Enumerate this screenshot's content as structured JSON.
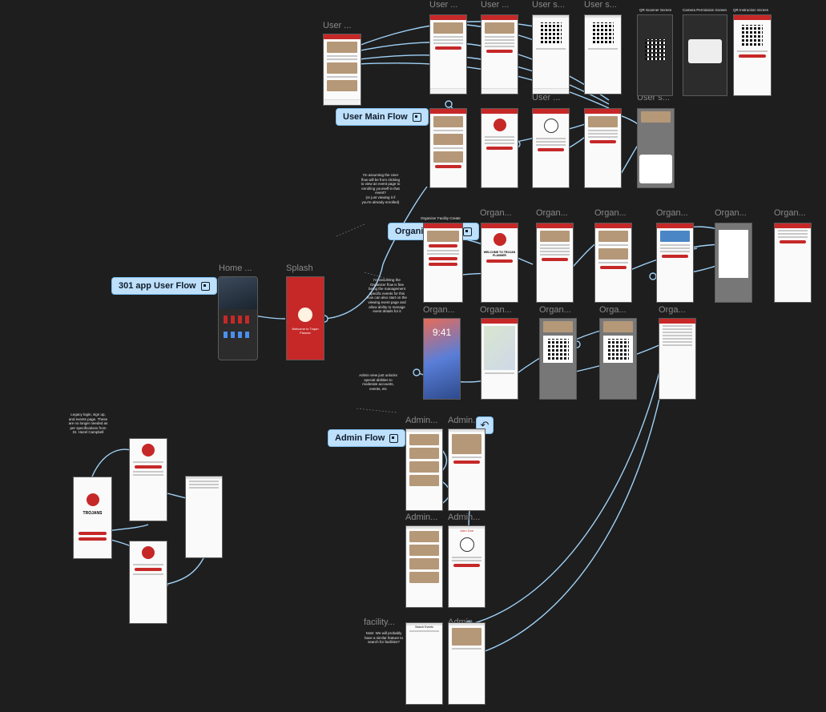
{
  "flows": {
    "user_main": "User Main Flow",
    "organizer": "Organizer Flow",
    "app_user": "301 app User Flow",
    "admin": "Admin Flow"
  },
  "frame_labels": {
    "user_top_left": "User ...",
    "user_row1_a": "User ...",
    "user_row1_b": "User ...",
    "user_row1_c": "User s...",
    "user_row1_d": "User s...",
    "qr_scanner": "QR Scanner Screen",
    "camera_permission": "Camera Permission Screen",
    "qr_instruction": "QR Instruction Screen",
    "user_row2_a": "User ...",
    "user_row2_b": "User s...",
    "home": "Home ...",
    "splash": "Splash",
    "organizer_facility": "Organizer Facility Create",
    "org_1": "Organ...",
    "org_2": "Organ...",
    "org_3": "Organ...",
    "org_4": "Organ...",
    "org_5": "Organ...",
    "org_6": "Organ...",
    "org_r2_1": "Organ...",
    "org_r2_2": "Organ...",
    "org_r2_3": "Organ...",
    "org_r2_4": "Orga...",
    "org_r2_5": "Orga...",
    "admin_1": "Admin...",
    "admin_2": "Admin...",
    "admin_3": "Admin...",
    "admin_4": "Admin...",
    "facility": "facility...",
    "admin_5": "Admin..."
  },
  "notes": {
    "user_flow": "I'm assuming the User\nflow will be from clicking\nto view an event page to\nenrolling yourself in that\nevent?\n(or just viewing it if\nyou're already enrolled)",
    "organizer_flow": "I'm assuming the\nOrganizer flow is fine\nbeing the management\nspecific events for this\nflow can also start on the\nviewing event page and\nallow ability to manage\nevent details for it",
    "admin_view": "Admin view just unlocks\nspecial abilities to\nmoderate accounts,\nevents, etc",
    "legacy": "Legacy login, sign up,\nand events page. These\nare no longer needed as\nper specifications from\nDr. Hazel Campbell",
    "facilities": "Note: We will probably\nhave a similar feature to\nsearch for facilities?"
  },
  "screens": {
    "splash_title": "Welcome to Trojan Planner",
    "trojans": "TROJANS",
    "welcome_planner": "WELCOME TO TROJAN PLANNER",
    "clock": "9:41",
    "admin_title": "John Doe",
    "search_events": "Search Events"
  },
  "colors": {
    "canvas": "#1e1e1e",
    "flow_badge": "#bfe0fb",
    "connector": "#9fd1f7",
    "brand_red": "#c62828"
  }
}
